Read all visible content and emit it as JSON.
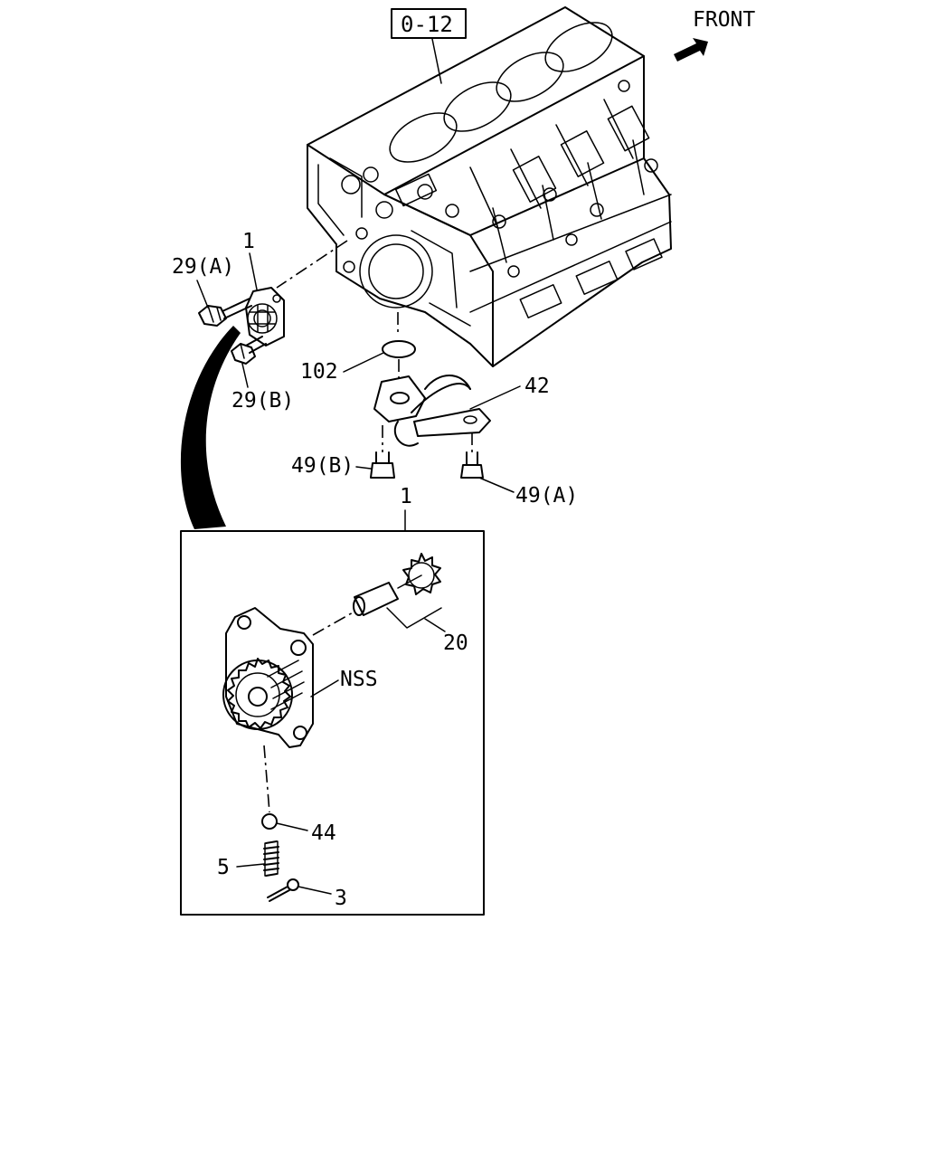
{
  "front_label": "FRONT",
  "ref_box_label": "0-12",
  "labels": {
    "p1_top": "1",
    "p29a": "29(A)",
    "p29b": "29(B)",
    "p102": "102",
    "p42": "42",
    "p49b": "49(B)",
    "p49a": "49(A)",
    "p1_detail": "1",
    "p20": "20",
    "nss": "NSS",
    "p44": "44",
    "p5": "5",
    "p3": "3"
  },
  "colors": {
    "line": "#000000",
    "background": "#ffffff"
  }
}
